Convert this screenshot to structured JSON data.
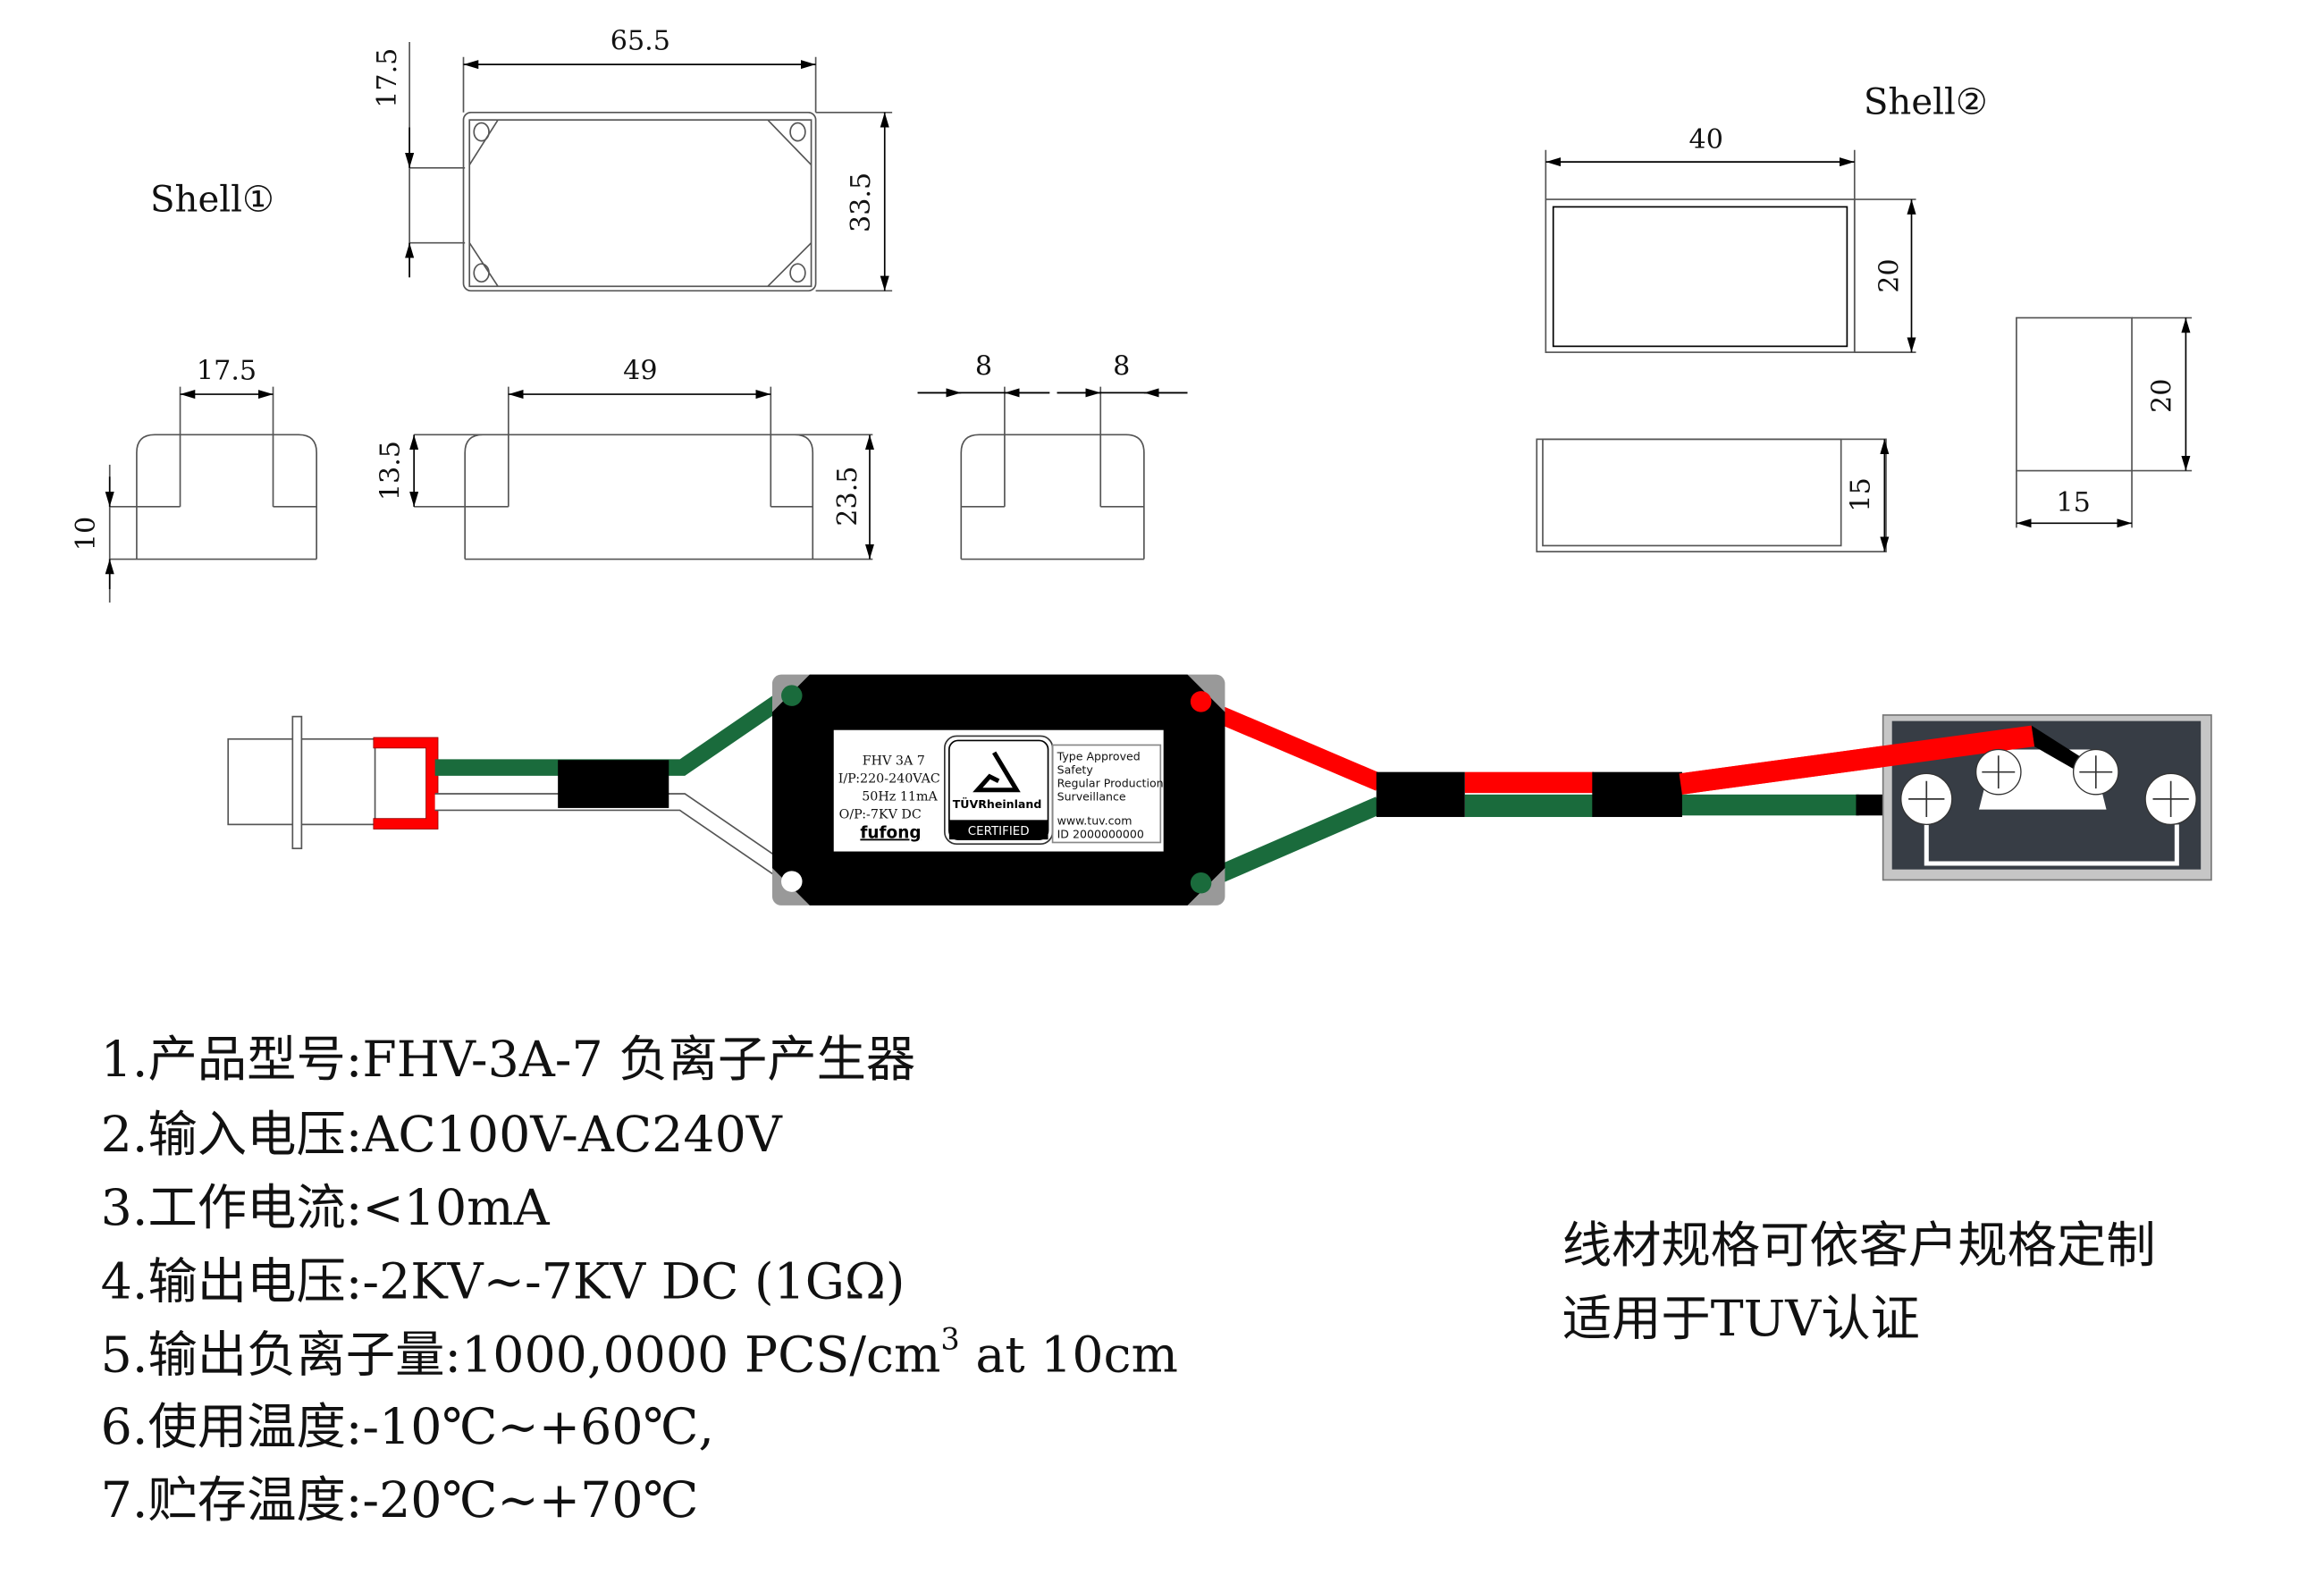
{
  "shell1": {
    "label": "Shell①",
    "top_view": {
      "width": "65.5",
      "height": "33.5",
      "tab": "17.5"
    },
    "side_a": {
      "width": "17.5",
      "height": "10"
    },
    "side_b": {
      "width": "49",
      "inner_height": "13.5",
      "height": "23.5"
    },
    "side_c": {
      "left": "8",
      "right": "8"
    }
  },
  "shell2": {
    "label": "Shell②",
    "top_view": {
      "width": "40",
      "height": "20"
    },
    "side_view": {
      "height": "15"
    },
    "end_view": {
      "height": "20",
      "width": "15"
    }
  },
  "device_label": {
    "model": "FHV 3A 7",
    "input": "I/P:220-240VAC",
    "freq_current": "50Hz  11mA",
    "output": "O/P:-7KV DC",
    "brand": "fufong",
    "cert_brand": "TÜVRheinland",
    "cert_badge": "CERTIFIED",
    "cert_lines": [
      "Type Approved",
      "Safety",
      "Regular Production",
      "Surveillance"
    ],
    "cert_url": "www.tuv.com",
    "cert_id": "ID 2000000000"
  },
  "colors": {
    "red_wire": "#ff0000",
    "green_wire": "#1a6b3c",
    "body": "#000000",
    "terminal": "#373d45"
  },
  "specs": [
    "1.产品型号:FHV-3A-7 负离子产生器",
    "2.输入电压:AC100V-AC240V",
    "3.工作电流:<10mA",
    "4.输出电压:-2KV~-7KV DC (1GΩ)",
    {
      "main": "5.输出负离子量:1000,0000 PCS/cm",
      "sup": "3",
      "tail": " at 10cm"
    },
    "6.使用温度:-10℃~+60℃,",
    "7.贮存温度:-20℃~+70℃"
  ],
  "notes": [
    "线材规格可依客户规格定制",
    "适用于TUV认证"
  ]
}
